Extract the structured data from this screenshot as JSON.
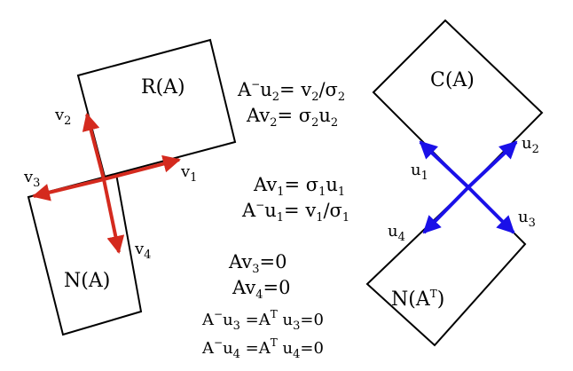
{
  "colors": {
    "outline": "#000000",
    "row_space_vectors": "#d42a1e",
    "column_space_vectors": "#1a10e8",
    "background": "#ffffff"
  },
  "left_figure": {
    "row_space_label": "R(A)",
    "null_space_label": "N(A)",
    "vectors": [
      {
        "name": "v",
        "index": "1"
      },
      {
        "name": "v",
        "index": "2"
      },
      {
        "name": "v",
        "index": "3"
      },
      {
        "name": "v",
        "index": "4"
      }
    ]
  },
  "right_figure": {
    "column_space_label": "C(A)",
    "left_null_space_base": "N(A",
    "left_null_space_sup": "T",
    "left_null_space_close": ")",
    "vectors": [
      {
        "name": "u",
        "index": "1"
      },
      {
        "name": "u",
        "index": "2"
      },
      {
        "name": "u",
        "index": "3"
      },
      {
        "name": "u",
        "index": "4"
      }
    ]
  },
  "equations": {
    "pinv_u2": {
      "lhs": "A",
      "minus": "−",
      "u": "u",
      "u_sub": "2",
      "eq": "= v",
      "v_sub": "2",
      "div": "/σ",
      "s_sub": "2"
    },
    "a_v2": {
      "lhs": "Av",
      "v_sub": "2",
      "eq": "= σ",
      "s_sub": "2",
      "u": "u",
      "u_sub": "2"
    },
    "a_v1": {
      "lhs": "Av",
      "v_sub": "1",
      "eq": "= σ",
      "s_sub": "1",
      "u": "u",
      "u_sub": "1"
    },
    "pinv_u1": {
      "lhs": "A",
      "minus": "−",
      "u": "u",
      "u_sub": "1",
      "eq": "= v",
      "v_sub": "1",
      "div": "/σ",
      "s_sub": "1"
    },
    "a_v3": {
      "lhs": "Av",
      "v_sub": "3",
      "eq": "=0"
    },
    "a_v4": {
      "lhs": "Av",
      "v_sub": "4",
      "eq": "=0"
    },
    "pinv_u3": {
      "lhs": "A",
      "minus": "−",
      "u": "u",
      "u_sub": "3",
      "eq": " =A",
      "t_sup": "T",
      "u2": " u",
      "u2_sub": "3",
      "tail": "=0"
    },
    "pinv_u4": {
      "lhs": "A",
      "minus": "−",
      "u": "u",
      "u_sub": "4",
      "eq": " =A",
      "t_sup": "T",
      "u2": " u",
      "u2_sub": "4",
      "tail": "=0"
    }
  }
}
